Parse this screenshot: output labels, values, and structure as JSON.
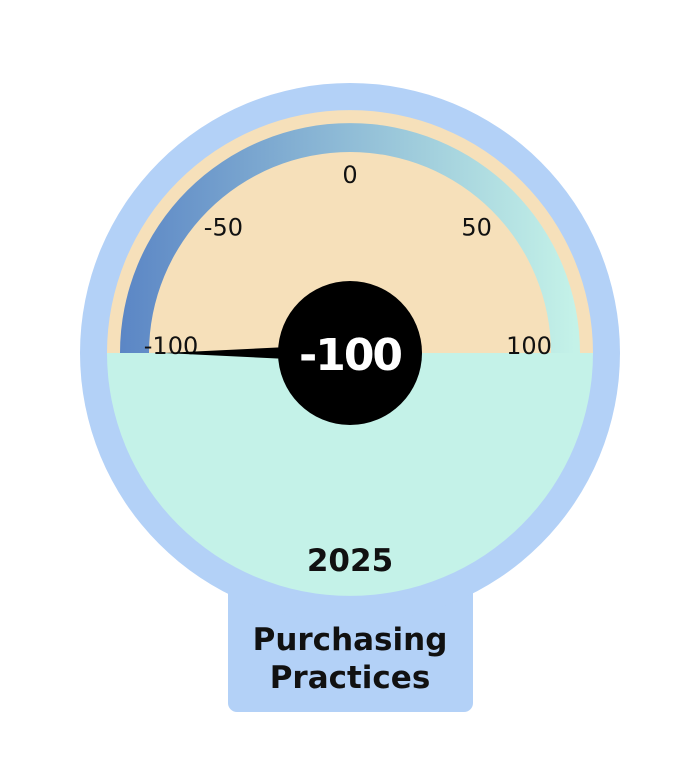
{
  "chart_data": {
    "type": "gauge",
    "value": -100,
    "value_label": "-100",
    "range": [
      -100,
      100
    ],
    "ticks": [
      -100,
      -50,
      0,
      50,
      100
    ],
    "tick_labels": [
      "-100",
      "-50",
      "0",
      "50",
      "100"
    ],
    "year": "2025",
    "title_lines": [
      "Purchasing",
      "Practices"
    ],
    "colors": {
      "outer_ring": "#b3d1f7",
      "upper_face": "#f6e0ba",
      "lower_face": "#c4f2e8",
      "arc_start": "#5b86c5",
      "arc_end": "#c4f2e8",
      "needle": "#000000",
      "hub": "#000000",
      "hub_text": "#ffffff",
      "label_plate": "#b3d1f7"
    }
  }
}
